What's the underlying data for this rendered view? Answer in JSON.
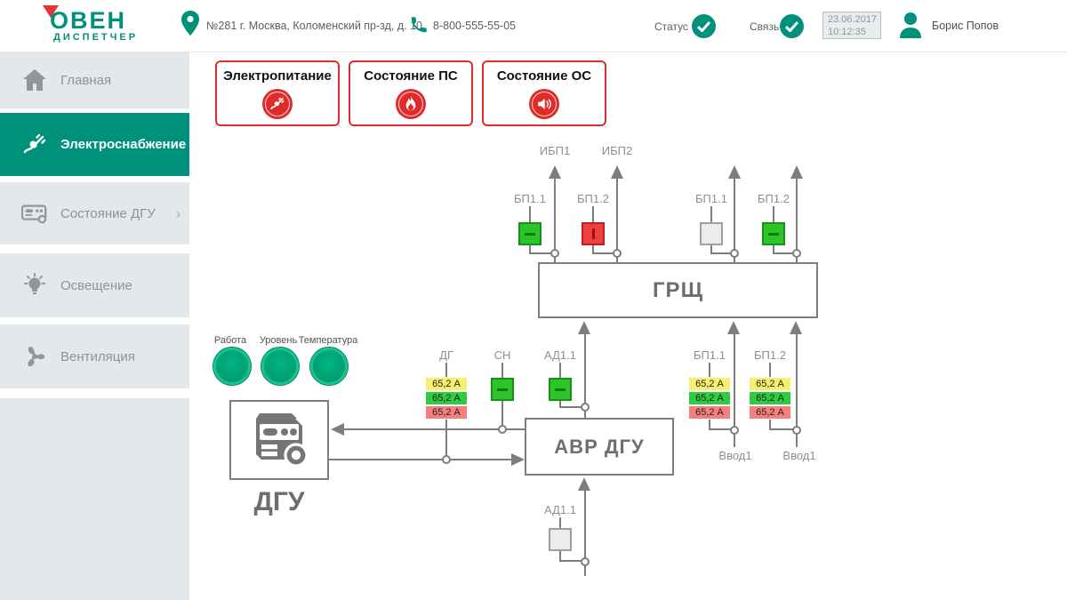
{
  "header": {
    "logo": {
      "title": "ОВЕН",
      "subtitle": "ДИСПЕТЧЕР"
    },
    "address": "№281 г. Москва, Коломенский пр-зд, д. 10",
    "phone": "8-800-555-55-05",
    "status_label": "Статус",
    "link_label": "Связь",
    "date": "23.06.2017",
    "time": "10:12:35",
    "user_name": "Борис Попов"
  },
  "sidebar": {
    "items": [
      {
        "label": "Главная",
        "icon": "home",
        "active": false
      },
      {
        "label": "Электроснабжение",
        "icon": "plug",
        "active": true
      },
      {
        "label": "Состояние ДГУ",
        "icon": "generator",
        "active": false,
        "chevron": "›"
      },
      {
        "label": "Освещение",
        "icon": "bulb",
        "active": false
      },
      {
        "label": "Вентиляция",
        "icon": "fan",
        "active": false
      }
    ]
  },
  "alarms": [
    {
      "label": "Электропитание",
      "icon": "power-plug"
    },
    {
      "label": "Состояние ПС",
      "icon": "fire"
    },
    {
      "label": "Состояние ОС",
      "icon": "siren-speaker"
    }
  ],
  "indicators": [
    {
      "label": "Работа",
      "state": "on"
    },
    {
      "label": "Уровень",
      "state": "on"
    },
    {
      "label": "Температура",
      "state": "on"
    }
  ],
  "diagram": {
    "grsh_label": "ГРЩ",
    "avr_label": "АВР ДГУ",
    "dgu_label": "ДГУ",
    "ups1_label": "ИБП1",
    "ups2_label": "ИБП2",
    "top_breakers": [
      {
        "label": "БП1.1",
        "state": "green"
      },
      {
        "label": "БП1.2",
        "state": "red"
      },
      {
        "label": "БП1.1",
        "state": "gray"
      },
      {
        "label": "БП1.2",
        "state": "green"
      }
    ],
    "dg": {
      "label": "ДГ",
      "values": [
        "65,2 А",
        "65,2 А",
        "65,2 А"
      ]
    },
    "sn": {
      "label": "СН",
      "state": "green"
    },
    "ad_top": {
      "label": "АД1.1",
      "state": "green"
    },
    "ad_bottom": {
      "label": "АД1.1",
      "state": "gray"
    },
    "feeders": [
      {
        "label": "БП1.1",
        "values": [
          "65,2 А",
          "65,2 А",
          "65,2 А"
        ],
        "input_label": "Ввод1"
      },
      {
        "label": "БП1.2",
        "values": [
          "65,2 А",
          "65,2 А",
          "65,2 А"
        ],
        "input_label": "Ввод1"
      }
    ],
    "colors": {
      "accent_teal": "#00917C",
      "alarm_red": "#E02B2B",
      "state_green": "#2FC32A",
      "state_red": "#EF4040",
      "state_gray": "#ECECEC",
      "badge_yellow": "#F7EF6E",
      "badge_green": "#2ECC40",
      "badge_red": "#F57F7F",
      "line_gray": "#7D7D7D"
    }
  }
}
